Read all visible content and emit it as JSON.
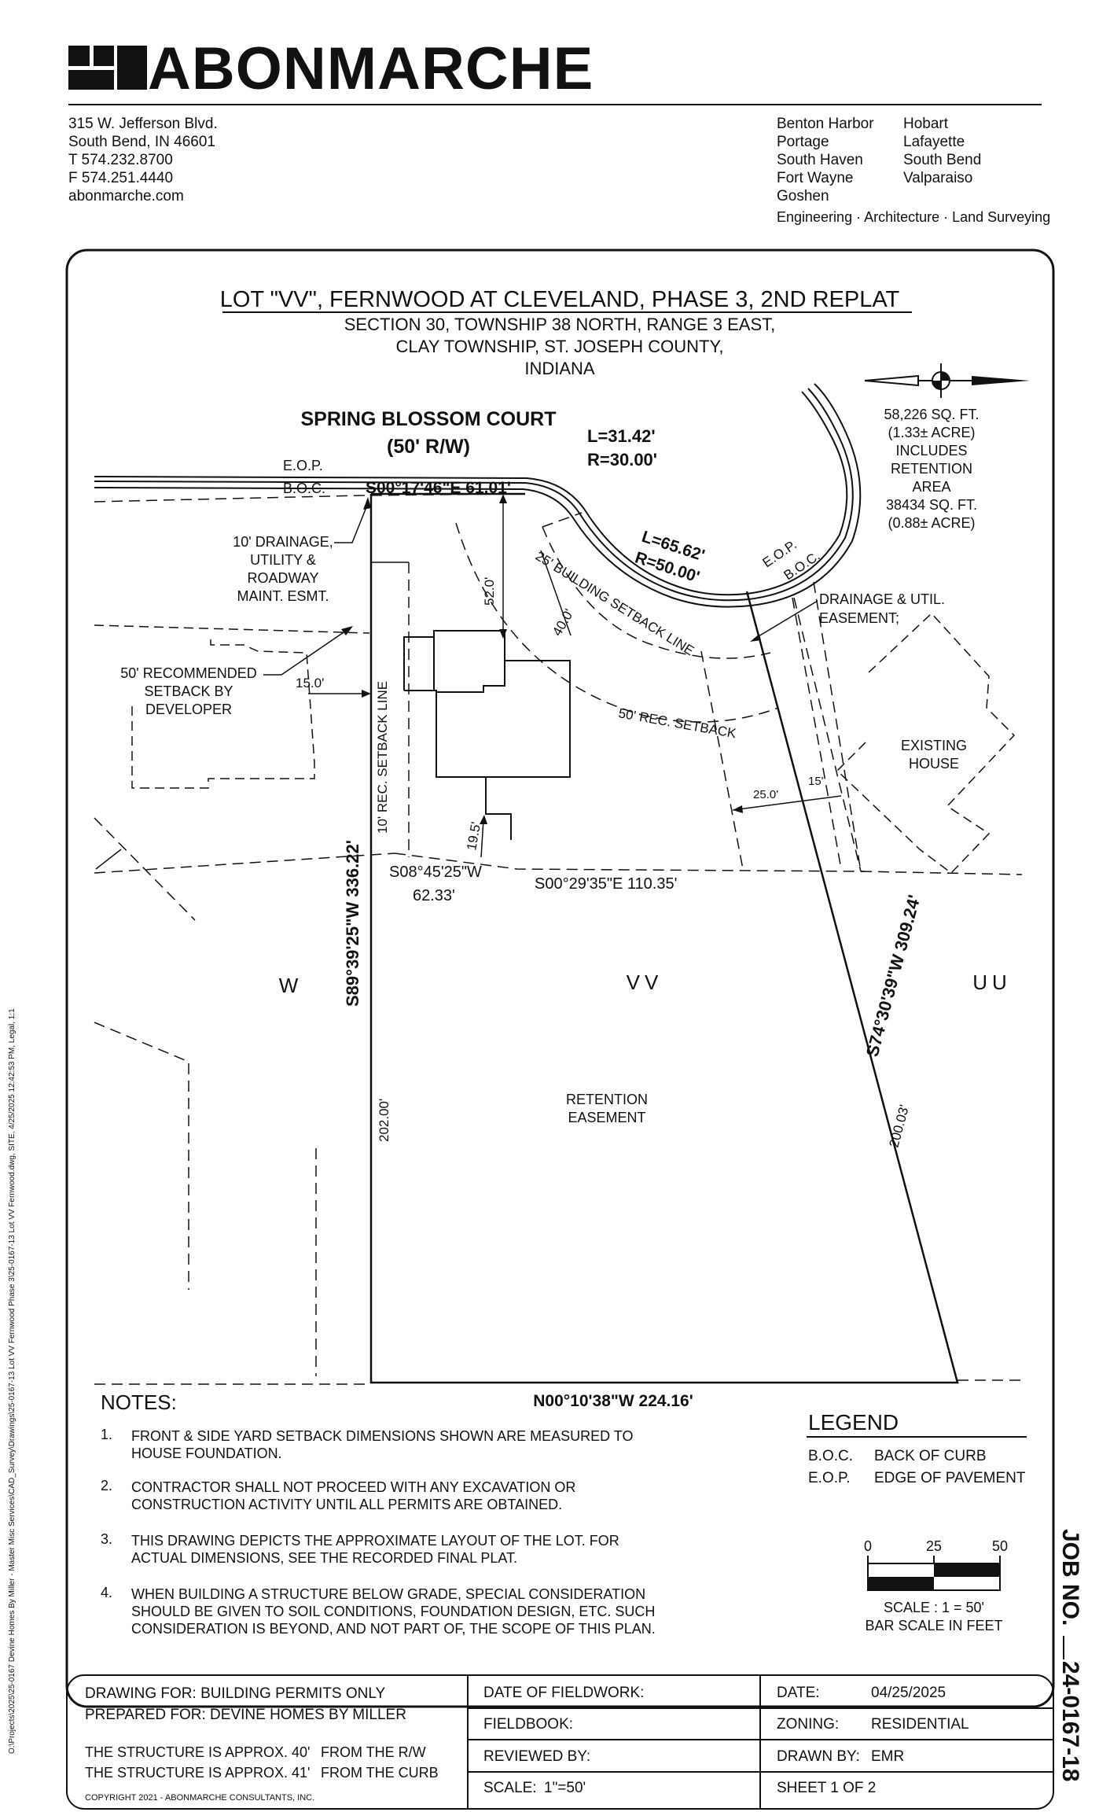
{
  "company": {
    "logo_text": "ABONMARCHE",
    "address": [
      "315 W. Jefferson Blvd.",
      "South Bend, IN  46601"
    ],
    "phone": "T 574.232.8700",
    "fax": "F 574.251.4440",
    "website": "abonmarche.com",
    "offices_col1": [
      "Benton Harbor",
      "Portage",
      "South Haven",
      "Fort Wayne",
      "Goshen"
    ],
    "offices_col2": [
      "Hobart",
      "Lafayette",
      "South Bend",
      "Valparaiso"
    ],
    "services": "Engineering · Architecture · Land Surveying"
  },
  "sidebar_path": "O:\\Projects\\2025\\25-0167 Devine Homes By Miller - Master Misc Services\\CAD_Survey\\Drawings\\25-0167-13 Lot VV Fernwood Phase 3\\25-0167-13 Lot VV Fernwood.dwg, SITE, 4/25/2025 12:42:53 PM, Legal, 1:1",
  "title": {
    "line1": "LOT \"VV\",  FERNWOOD AT CLEVELAND, PHASE 3, 2ND REPLAT",
    "line2": "SECTION 30, TOWNSHIP 38 NORTH, RANGE 3 EAST,",
    "line3": "CLAY TOWNSHIP, ST. JOSEPH COUNTY,",
    "line4": "INDIANA"
  },
  "plat": {
    "street": "SPRING BLOSSOM COURT",
    "row": "(50' R/W)",
    "eop": "E.O.P.",
    "boc": "B.O.C.",
    "curve1_l": "L=31.42'",
    "curve1_r": "R=30.00'",
    "curve2_l": "L=65.62'",
    "curve2_r": "R=50.00'",
    "front_bearing": "S00°17'46\"E  61.01'",
    "area": [
      "58,226 SQ. FT.",
      "(1.33± ACRE)",
      "INCLUDES",
      "RETENTION",
      "AREA",
      "38434 SQ. FT.",
      "(0.88± ACRE)"
    ],
    "drainage_label": [
      "10' DRAINAGE,",
      "UTILITY &",
      "ROADWAY",
      "MAINT. ESMT."
    ],
    "rec_setback_label": [
      "50' RECOMMENDED",
      "SETBACK BY",
      "DEVELOPER"
    ],
    "dim_15": "15.0'",
    "dim_52": "52.0'",
    "dim_40": "40.0'",
    "building_setback": "25' BUILDING SETBACK LINE",
    "rec_setback": "50' REC. SETBACK",
    "drain_util_easement": [
      "DRAINAGE & UTIL.",
      "EASEMENT;"
    ],
    "existing_house": [
      "EXISTING",
      "HOUSE"
    ],
    "dim_25": "25.0'",
    "dim_15b": "15'",
    "side_setback": "10' REC. SETBACK LINE",
    "dim_195": "19.5'",
    "bearing_sw": "S08°45'25\"W",
    "dist_sw": "62.33'",
    "bearing_se": "S00°29'35\"E  110.35'",
    "left_bearing": "S89°39'25\"W   336.22'",
    "right_bearing": "S74°30'39\"W   309.24'",
    "lot_w": "W",
    "lot_vv": "VV",
    "lot_uu": "UU",
    "dim_202": "202.00'",
    "dim_200": "200.03'",
    "retention": [
      "RETENTION",
      "EASEMENT"
    ],
    "rear_bearing": "N00°10'38\"W  224.16'"
  },
  "notes": {
    "heading": "NOTES:",
    "items": [
      {
        "num": "1.",
        "text": "FRONT & SIDE YARD SETBACK DIMENSIONS SHOWN ARE MEASURED TO HOUSE FOUNDATION."
      },
      {
        "num": "2.",
        "text": "CONTRACTOR SHALL NOT PROCEED WITH ANY EXCAVATION OR CONSTRUCTION ACTIVITY UNTIL ALL PERMITS ARE OBTAINED."
      },
      {
        "num": "3.",
        "text": "THIS DRAWING DEPICTS THE APPROXIMATE LAYOUT OF THE LOT.  FOR ACTUAL DIMENSIONS, SEE THE RECORDED FINAL PLAT."
      },
      {
        "num": "4.",
        "text": "WHEN BUILDING A STRUCTURE BELOW GRADE, SPECIAL CONSIDERATION SHOULD BE GIVEN TO SOIL CONDITIONS, FOUNDATION DESIGN, ETC.  SUCH CONSIDERATION IS BEYOND, AND NOT PART OF, THE SCOPE OF THIS PLAN."
      }
    ]
  },
  "legend": {
    "heading": "LEGEND",
    "items": [
      {
        "abbr": "B.O.C.",
        "desc": "BACK OF CURB"
      },
      {
        "abbr": "E.O.P.",
        "desc": "EDGE OF PAVEMENT"
      }
    ],
    "scale_ticks": [
      "0",
      "25",
      "50"
    ],
    "scale_text": "SCALE : 1 = 50'",
    "scale_sub": "BAR SCALE IN FEET"
  },
  "job": {
    "label": "JOB NO.",
    "number": "24-0167-18"
  },
  "titleblock": {
    "drawing_for": "DRAWING FOR:  BUILDING PERMITS ONLY",
    "prepared_for": "PREPARED FOR:  DEVINE HOMES BY MILLER",
    "struct1_a": "THE STRUCTURE IS APPROX.  40'",
    "struct1_b": "FROM THE R/W",
    "struct2_a": "THE STRUCTURE IS APPROX.  41'",
    "struct2_b": "FROM THE CURB",
    "copyright": "COPYRIGHT 2021 - ABONMARCHE CONSULTANTS, INC.",
    "date_of_fieldwork": "DATE OF FIELDWORK:",
    "fieldbook": "FIELDBOOK:",
    "reviewed_by": "REVIEWED BY:",
    "scale_label": "SCALE:",
    "scale_value": "1\"=50'",
    "date_label": "DATE:",
    "date_value": "04/25/2025",
    "zoning_label": "ZONING:",
    "zoning_value": "RESIDENTIAL",
    "drawn_label": "DRAWN BY:",
    "drawn_value": "EMR",
    "sheet": "SHEET  1  OF  2"
  }
}
